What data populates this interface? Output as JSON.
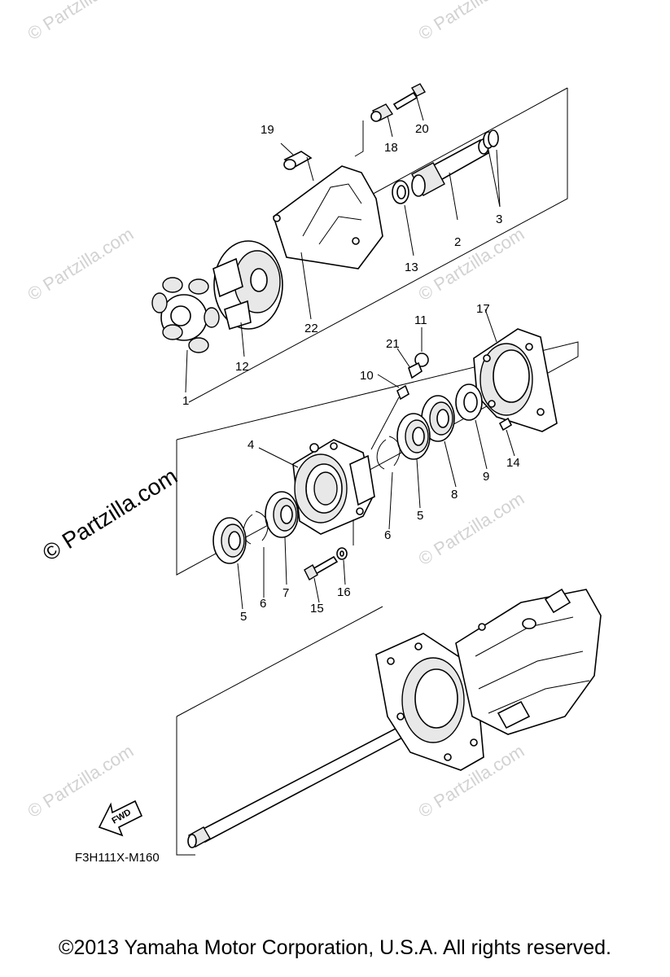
{
  "watermark": {
    "text": "© Partzilla.com",
    "faint_text": "© Partzilla.com"
  },
  "diagram_code": "F3H111X-M160",
  "fwd_label": "FWD",
  "copyright": "©2013  Yamaha Motor Corporation, U.S.A. All rights reserved.",
  "callouts": [
    "1",
    "2",
    "3",
    "4",
    "5",
    "5",
    "6",
    "6",
    "7",
    "8",
    "9",
    "10",
    "11",
    "12",
    "13",
    "14",
    "15",
    "16",
    "17",
    "18",
    "19",
    "20",
    "21",
    "22"
  ]
}
